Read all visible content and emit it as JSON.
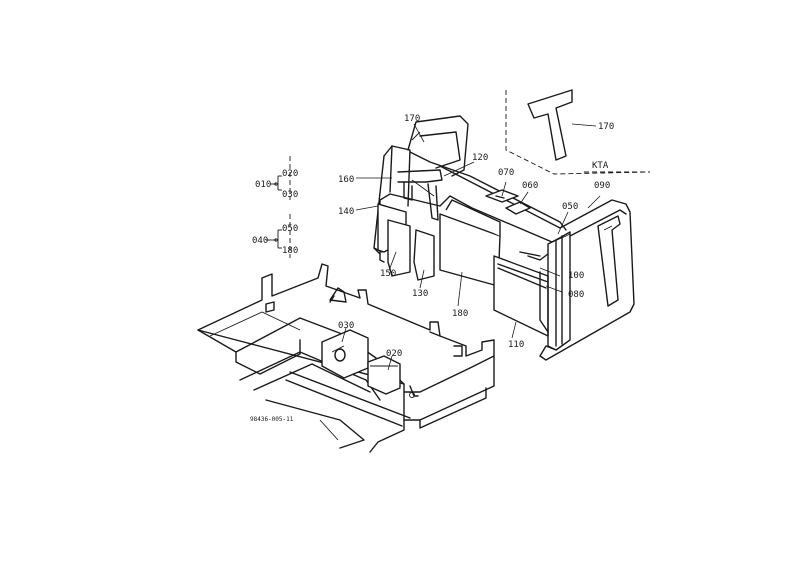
{
  "diagram": {
    "drawing_code": "98436-005-11",
    "variant_label": "KTA",
    "group_010": {
      "main": "010",
      "parts": [
        "020",
        "030"
      ]
    },
    "group_040": {
      "main": "040",
      "parts": [
        "050",
        "180"
      ]
    },
    "labels": {
      "p170_top": "170",
      "p170_right": "170",
      "p120": "120",
      "p160": "160",
      "p070": "070",
      "p060": "060",
      "p050": "050",
      "p090": "090",
      "p140": "140",
      "p150": "150",
      "p130": "130",
      "p180": "180",
      "p100": "100",
      "p080": "080",
      "p110": "110",
      "p030": "030",
      "p020": "020"
    }
  }
}
